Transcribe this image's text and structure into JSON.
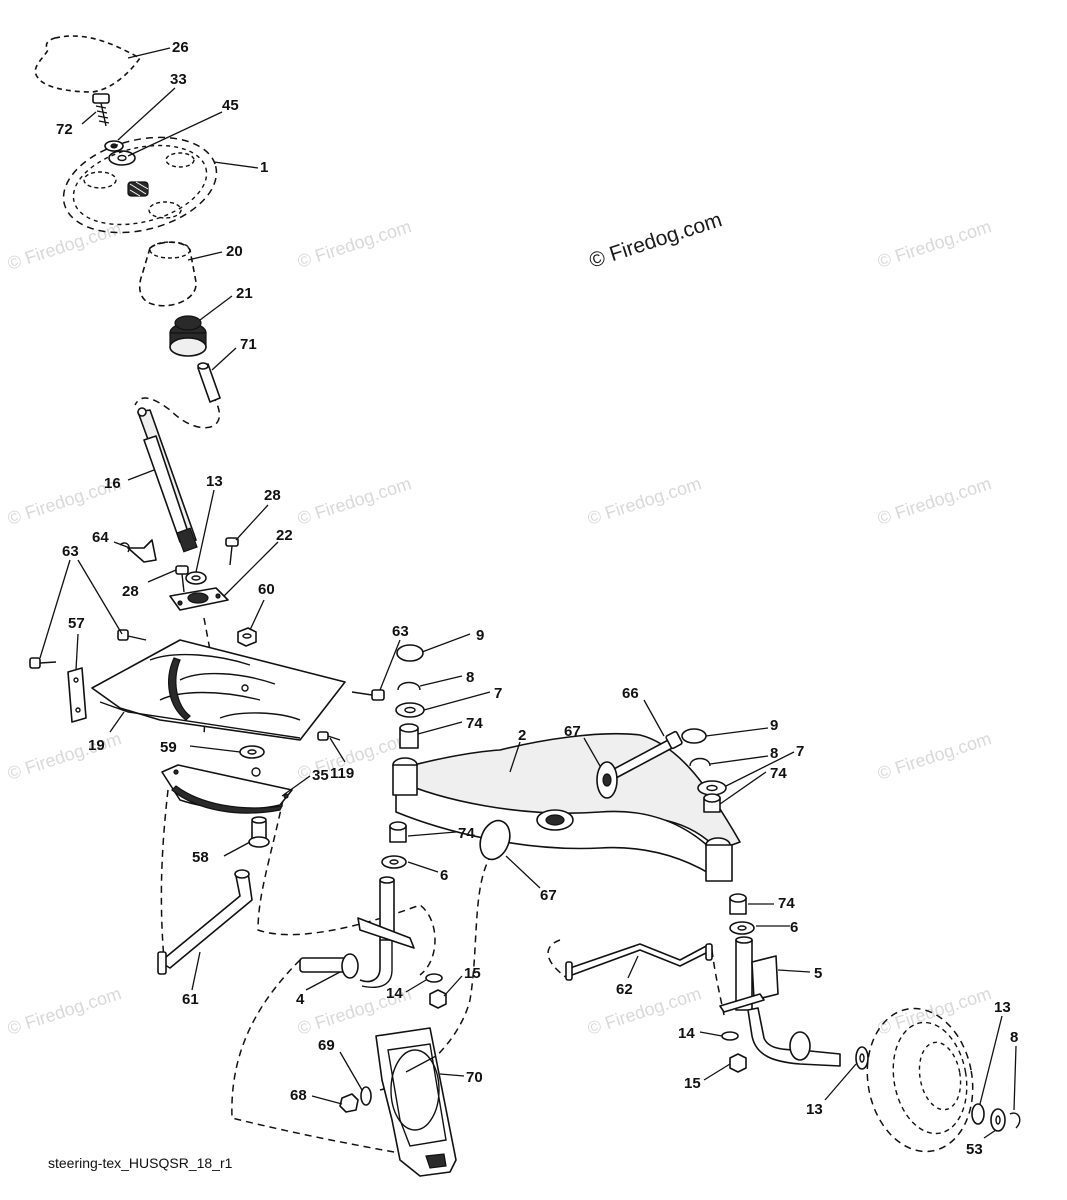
{
  "watermark": {
    "main": "© Firedog.com",
    "repeat": "© Firedog.com"
  },
  "caption": "steering-tex_HUSQSR_18_r1",
  "callouts": [
    {
      "id": "c26",
      "text": "26"
    },
    {
      "id": "c33",
      "text": "33"
    },
    {
      "id": "c45",
      "text": "45"
    },
    {
      "id": "c72",
      "text": "72"
    },
    {
      "id": "c1",
      "text": "1"
    },
    {
      "id": "c20",
      "text": "20"
    },
    {
      "id": "c21",
      "text": "21"
    },
    {
      "id": "c71",
      "text": "71"
    },
    {
      "id": "c16",
      "text": "16"
    },
    {
      "id": "c13a",
      "text": "13"
    },
    {
      "id": "c28a",
      "text": "28"
    },
    {
      "id": "c64",
      "text": "64"
    },
    {
      "id": "c22",
      "text": "22"
    },
    {
      "id": "c28b",
      "text": "28"
    },
    {
      "id": "c63a",
      "text": "63"
    },
    {
      "id": "c60",
      "text": "60"
    },
    {
      "id": "c57",
      "text": "57"
    },
    {
      "id": "c63b",
      "text": "63"
    },
    {
      "id": "c9a",
      "text": "9"
    },
    {
      "id": "c8a",
      "text": "8"
    },
    {
      "id": "c7a",
      "text": "7"
    },
    {
      "id": "c74a",
      "text": "74"
    },
    {
      "id": "c66",
      "text": "66"
    },
    {
      "id": "c2",
      "text": "2"
    },
    {
      "id": "c67a",
      "text": "67"
    },
    {
      "id": "c9b",
      "text": "9"
    },
    {
      "id": "c8b",
      "text": "8"
    },
    {
      "id": "c7b",
      "text": "7"
    },
    {
      "id": "c74b",
      "text": "74"
    },
    {
      "id": "c19",
      "text": "19"
    },
    {
      "id": "c59",
      "text": "59"
    },
    {
      "id": "c119",
      "text": "119"
    },
    {
      "id": "c35",
      "text": "35"
    },
    {
      "id": "c74c",
      "text": "74"
    },
    {
      "id": "c58",
      "text": "58"
    },
    {
      "id": "c6a",
      "text": "6"
    },
    {
      "id": "c67b",
      "text": "67"
    },
    {
      "id": "c74d",
      "text": "74"
    },
    {
      "id": "c6b",
      "text": "6"
    },
    {
      "id": "c5",
      "text": "5"
    },
    {
      "id": "c61",
      "text": "61"
    },
    {
      "id": "c4",
      "text": "4"
    },
    {
      "id": "c14a",
      "text": "14"
    },
    {
      "id": "c15a",
      "text": "15"
    },
    {
      "id": "c62",
      "text": "62"
    },
    {
      "id": "c14b",
      "text": "14"
    },
    {
      "id": "c15b",
      "text": "15"
    },
    {
      "id": "c13b",
      "text": "13"
    },
    {
      "id": "c13c",
      "text": "13"
    },
    {
      "id": "c8c",
      "text": "8"
    },
    {
      "id": "c53",
      "text": "53"
    },
    {
      "id": "c69",
      "text": "69"
    },
    {
      "id": "c70",
      "text": "70"
    },
    {
      "id": "c68",
      "text": "68"
    }
  ]
}
